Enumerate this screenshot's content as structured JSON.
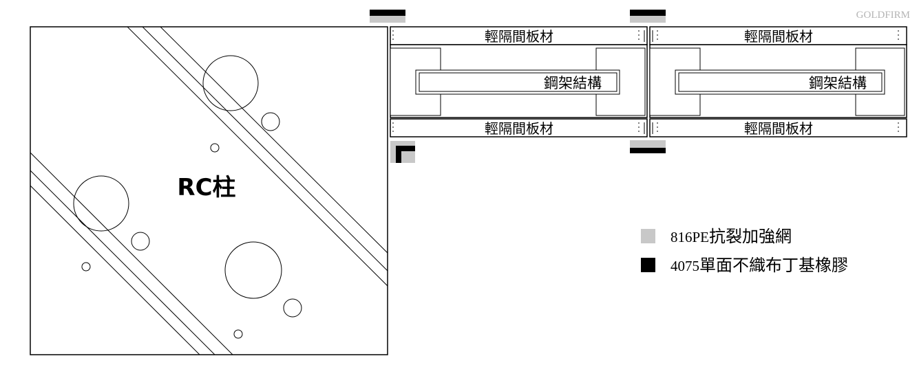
{
  "brand": "GOLDFIRM",
  "column_label": "RC柱",
  "panel_label": "輕隔間板材",
  "steel_label": "鋼架結構",
  "legend": [
    {
      "code": "816PE",
      "name": "抗裂加強網",
      "color": "#c8c8c8"
    },
    {
      "code": "4075",
      "name": "單面不織布丁基橡膠",
      "color": "#000000"
    }
  ]
}
